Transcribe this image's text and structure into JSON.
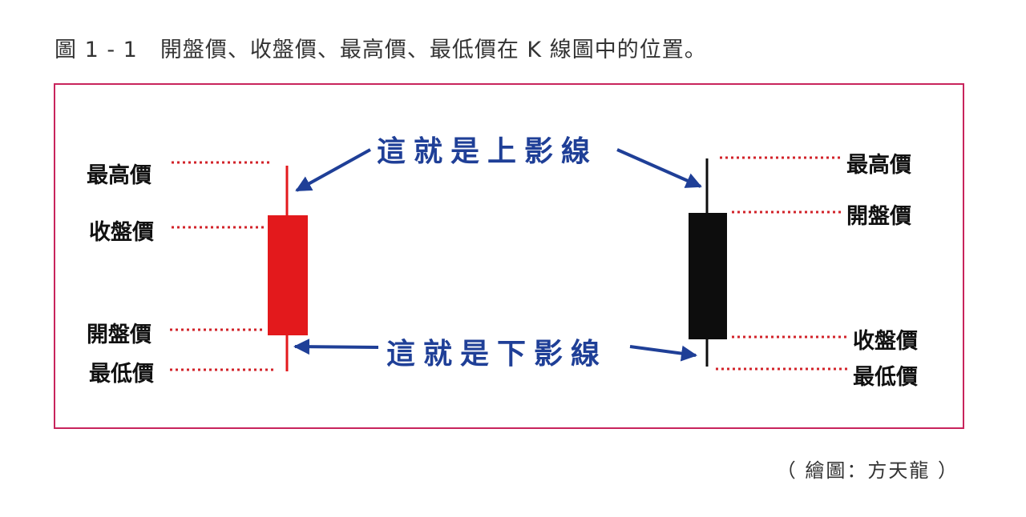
{
  "caption": "圖 1 - 1　開盤價、收盤價、最高價、最低價在 K 線圖中的位置。",
  "credit": "（ 繪圖：方天龍 ）",
  "upper_shadow_label": "這就是上影線",
  "lower_shadow_label": "這就是下影線",
  "left_candle": {
    "color": "#e3191c",
    "labels": {
      "high": "最高價",
      "close": "收盤價",
      "open": "開盤價",
      "low": "最低價"
    }
  },
  "right_candle": {
    "color": "#0d0d0d",
    "labels": {
      "high": "最高價",
      "open": "開盤價",
      "close": "收盤價",
      "low": "最低價"
    }
  },
  "colors": {
    "frame": "#c8245c",
    "dotted": "#d2232a",
    "arrow": "#1f3f97"
  }
}
